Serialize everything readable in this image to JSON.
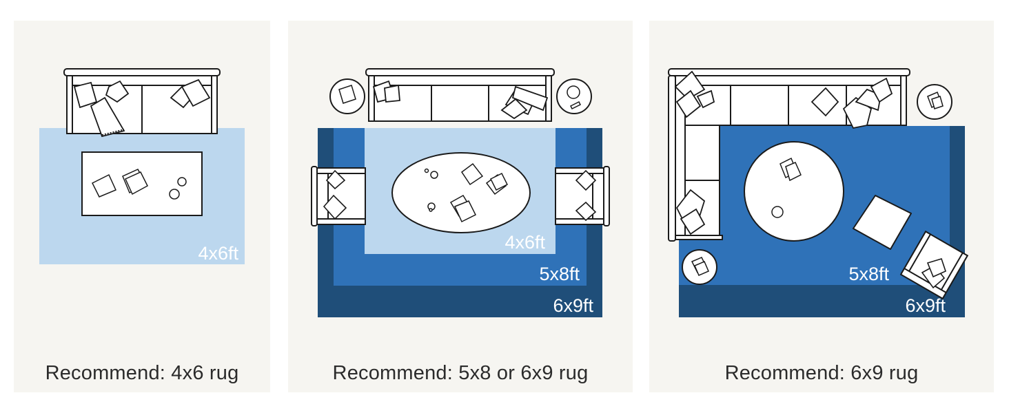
{
  "colors": {
    "panel_background": "#f6f5f1",
    "rug_4x6": "#bcd7ee",
    "rug_5x8": "#2f72b8",
    "rug_6x9": "#1f4e79",
    "furniture_fill": "#ffffff",
    "furniture_outline": "#1a1a1a",
    "rug_label": "#ffffff"
  },
  "panels": [
    {
      "rug_labels": [
        "4x6ft"
      ],
      "caption": "Recommend: 4x6 rug"
    },
    {
      "rug_labels": [
        "4x6ft",
        "5x8ft",
        "6x9ft"
      ],
      "caption": "Recommend: 5x8 or 6x9 rug"
    },
    {
      "rug_labels": [
        "5x8ft",
        "6x9ft"
      ],
      "caption": "Recommend: 6x9 rug"
    }
  ]
}
